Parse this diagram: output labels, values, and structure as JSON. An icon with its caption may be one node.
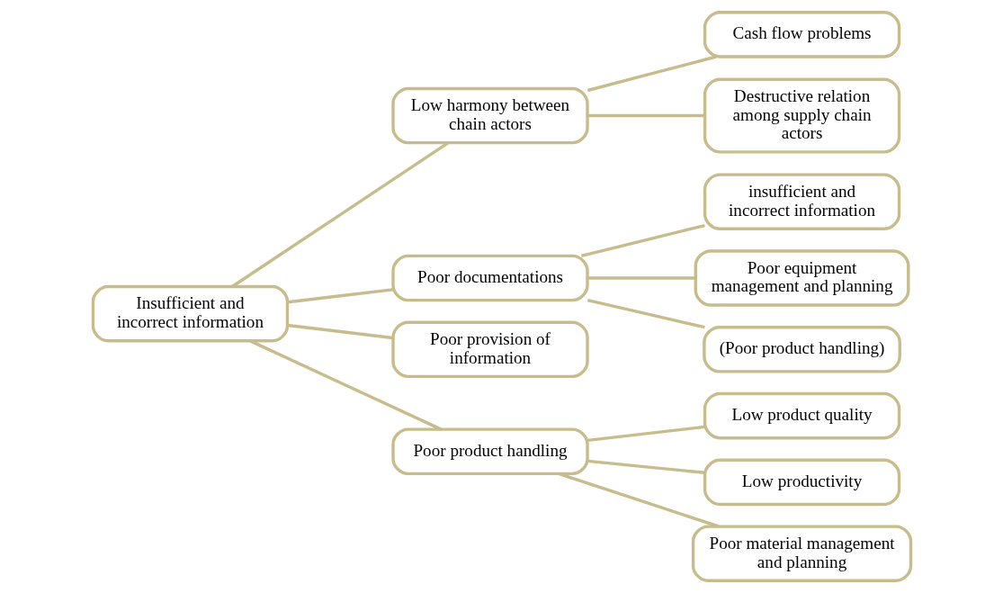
{
  "diagram": {
    "nodes": [
      {
        "text": [
          "Insufficient and incorrect information"
        ]
      },
      {
        "text": [
          "Low harmony between chain actors"
        ]
      },
      {
        "text": [
          "Poor documentations"
        ]
      },
      {
        "text": [
          "Poor provision of information"
        ]
      },
      {
        "text": [
          "Poor product handling"
        ]
      },
      {
        "text": [
          "Cash flow problems"
        ]
      },
      {
        "text": [
          "Destructive relation among supply chain actors"
        ]
      },
      {
        "text": [
          "insufficient and incorrect information"
        ]
      },
      {
        "text": [
          "Poor equipment management and planning"
        ]
      },
      {
        "text": [
          "(Poor product handling)"
        ]
      },
      {
        "text": [
          "Low product quality"
        ]
      },
      {
        "text": [
          "Low productivity"
        ]
      },
      {
        "text": [
          "Poor material management and planning"
        ]
      }
    ],
    "edges": [
      {
        "from": 0,
        "to": 1,
        "arrow": "none"
      },
      {
        "from": 0,
        "to": 2,
        "arrow": "none"
      },
      {
        "from": 0,
        "to": 3,
        "arrow": "none"
      },
      {
        "from": 0,
        "to": 4,
        "arrow": "none"
      },
      {
        "from": 1,
        "to": 5,
        "arrow": "none"
      },
      {
        "from": 1,
        "to": 6,
        "arrow": "none"
      },
      {
        "from": 2,
        "to": 7,
        "arrow": "none"
      },
      {
        "from": 2,
        "to": 8,
        "arrow": "none"
      },
      {
        "from": 2,
        "to": 9,
        "arrow": "none"
      },
      {
        "from": 4,
        "to": 10,
        "arrow": "none"
      },
      {
        "from": 4,
        "to": 11,
        "arrow": "none"
      },
      {
        "from": 4,
        "to": 12,
        "arrow": "none"
      }
    ]
  }
}
